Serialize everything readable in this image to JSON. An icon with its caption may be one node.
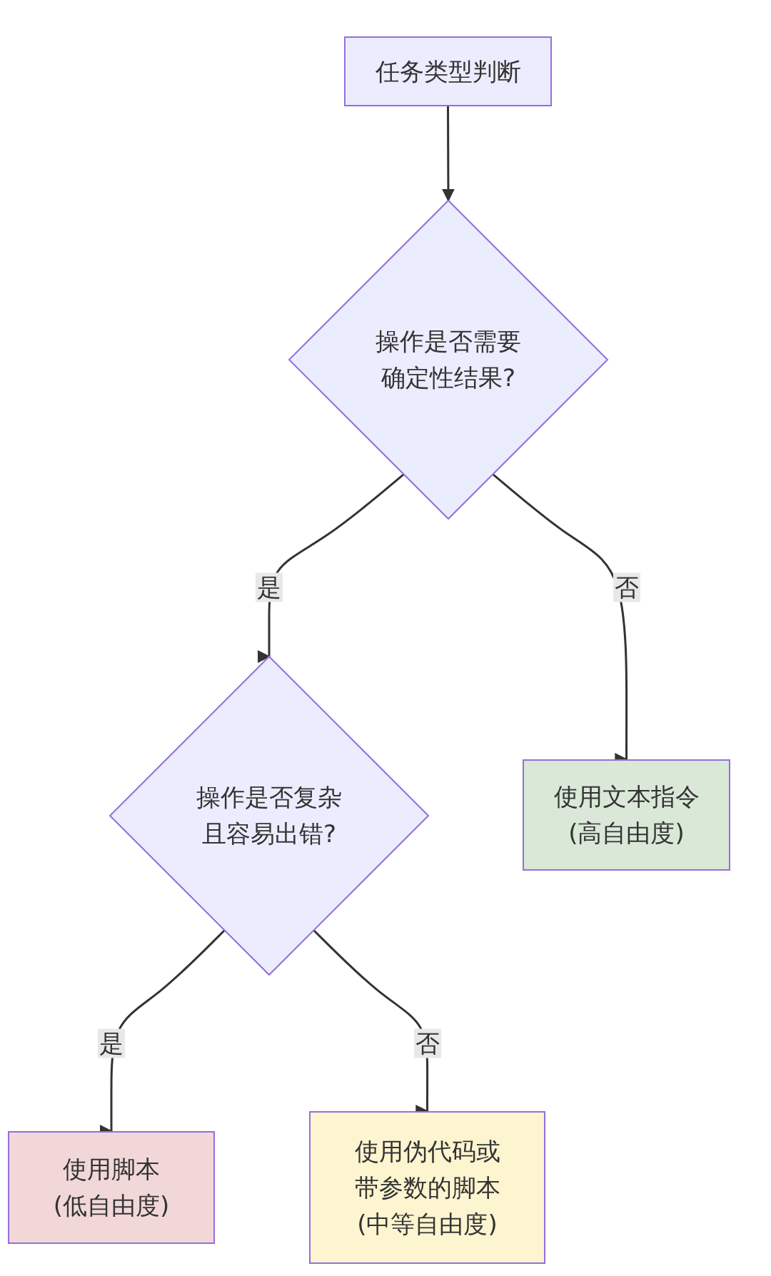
{
  "diagram": {
    "nodes": [
      {
        "text": [
          "任务类型判断"
        ]
      },
      {
        "text": [
          "操作是否需要确定性结果?"
        ]
      },
      {
        "text": [
          "操作是否复杂且容易出错?"
        ]
      },
      {
        "text": [
          "使用文本指令(高自由度)"
        ]
      },
      {
        "text": [
          "使用脚本(低自由度)"
        ]
      },
      {
        "text": [
          "使用伪代码或带参数的脚本(中等自由度)"
        ]
      }
    ],
    "edges": [
      {
        "from": 0,
        "to": 1,
        "arrow": "to"
      },
      {
        "from": 1,
        "to": 2,
        "arrow": "to",
        "label": "是"
      },
      {
        "from": 1,
        "to": 3,
        "arrow": "to",
        "label": "否"
      },
      {
        "from": 2,
        "to": 4,
        "arrow": "to",
        "label": "是"
      },
      {
        "from": 2,
        "to": 5,
        "arrow": "to",
        "label": "否"
      }
    ]
  }
}
